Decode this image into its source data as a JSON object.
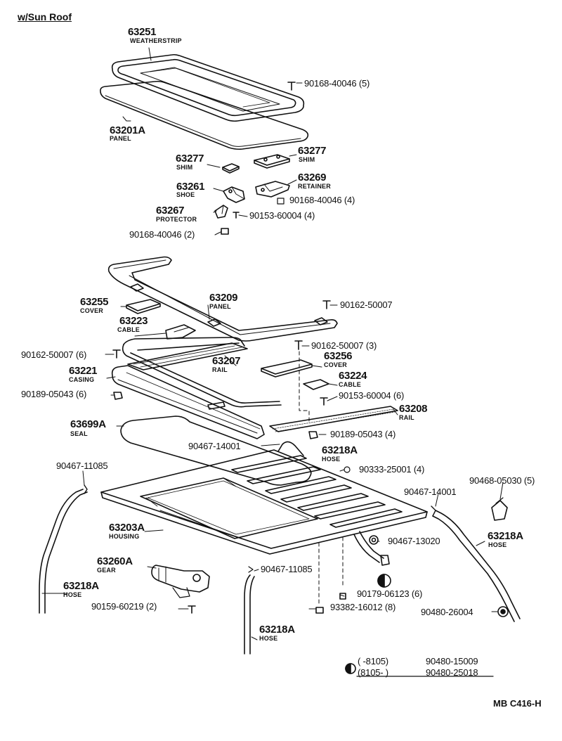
{
  "header": {
    "title": "w/Sun Roof"
  },
  "footer": {
    "code": "MB C416-H"
  },
  "parts": {
    "p63251": {
      "number": "63251",
      "name": "WEATHERSTRIP"
    },
    "p63201a": {
      "number": "63201A",
      "name": "PANEL"
    },
    "p63277a": {
      "number": "63277",
      "name": "SHIM"
    },
    "p63277b": {
      "number": "63277",
      "name": "SHIM"
    },
    "p63269": {
      "number": "63269",
      "name": "RETAINER"
    },
    "p63261": {
      "number": "63261",
      "name": "SHOE"
    },
    "p63267": {
      "number": "63267",
      "name": "PROTECTOR"
    },
    "p63255": {
      "number": "63255",
      "name": "COVER"
    },
    "p63209": {
      "number": "63209",
      "name": "PANEL"
    },
    "p63223": {
      "number": "63223",
      "name": "CABLE"
    },
    "p63207": {
      "number": "63207",
      "name": "RAIL"
    },
    "p63256": {
      "number": "63256",
      "name": "COVER"
    },
    "p63221": {
      "number": "63221",
      "name": "CASING"
    },
    "p63224": {
      "number": "63224",
      "name": "CABLE"
    },
    "p63208": {
      "number": "63208",
      "name": "RAIL"
    },
    "p63699a": {
      "number": "63699A",
      "name": "SEAL"
    },
    "p63218a_1": {
      "number": "63218A",
      "name": "HOSE"
    },
    "p63203a": {
      "number": "63203A",
      "name": "HOUSING"
    },
    "p63218a_2": {
      "number": "63218A",
      "name": "HOSE"
    },
    "p63260a": {
      "number": "63260A",
      "name": "GEAR"
    },
    "p63218a_3": {
      "number": "63218A",
      "name": "HOSE"
    },
    "p63218a_4": {
      "number": "63218A",
      "name": "HOSE"
    }
  },
  "fasteners": {
    "f1": "90168-40046 (5)",
    "f2": "90168-40046 (4)",
    "f3": "90153-60004 (4)",
    "f4": "90168-40046 (2)",
    "f5": "90162-50007",
    "f6": "90162-50007 (3)",
    "f7": "90162-50007 (6)",
    "f8": "90153-60004 (6)",
    "f9": "90189-05043 (6)",
    "f10": "90189-05043 (4)",
    "f11": "90467-14001",
    "f12": "90333-25001 (4)",
    "f13": "90467-11085",
    "f14": "90467-14001",
    "f15": "90468-05030 (5)",
    "f16": "90467-13020",
    "f17": "90467-11085",
    "f18": "90179-06123 (6)",
    "f19": "90159-60219 (2)",
    "f20": "93382-16012 (8)",
    "f21": "90480-26004"
  },
  "legend": {
    "row1_range": "(      -8105)",
    "row1_part": "90480-15009",
    "row2_range": "(8105-       )",
    "row2_part": "90480-25018"
  }
}
